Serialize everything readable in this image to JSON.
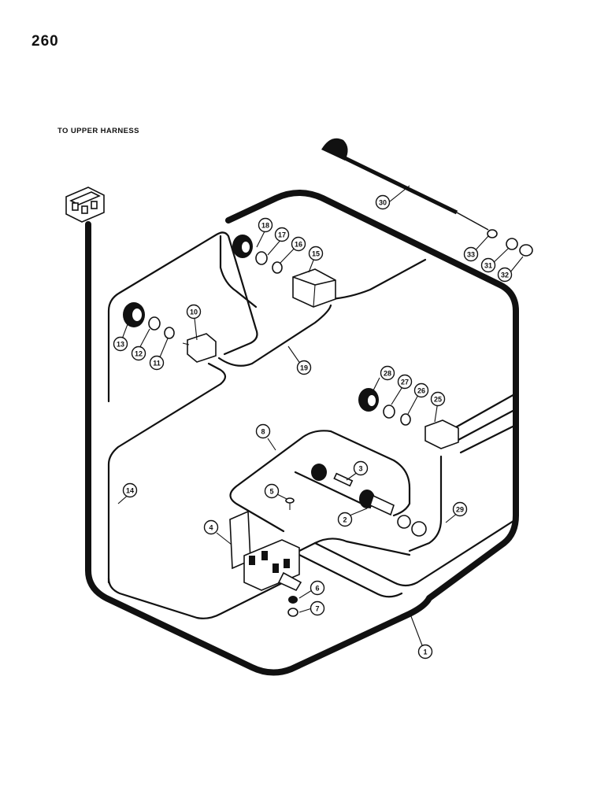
{
  "page_number": "260",
  "harness_label": "TO UPPER HARNESS",
  "callouts": [
    "1",
    "2",
    "3",
    "4",
    "5",
    "6",
    "7",
    "8",
    "10",
    "11",
    "12",
    "13",
    "14",
    "15",
    "16",
    "17",
    "18",
    "19",
    "25",
    "26",
    "27",
    "28",
    "29",
    "30",
    "31",
    "32",
    "33"
  ]
}
